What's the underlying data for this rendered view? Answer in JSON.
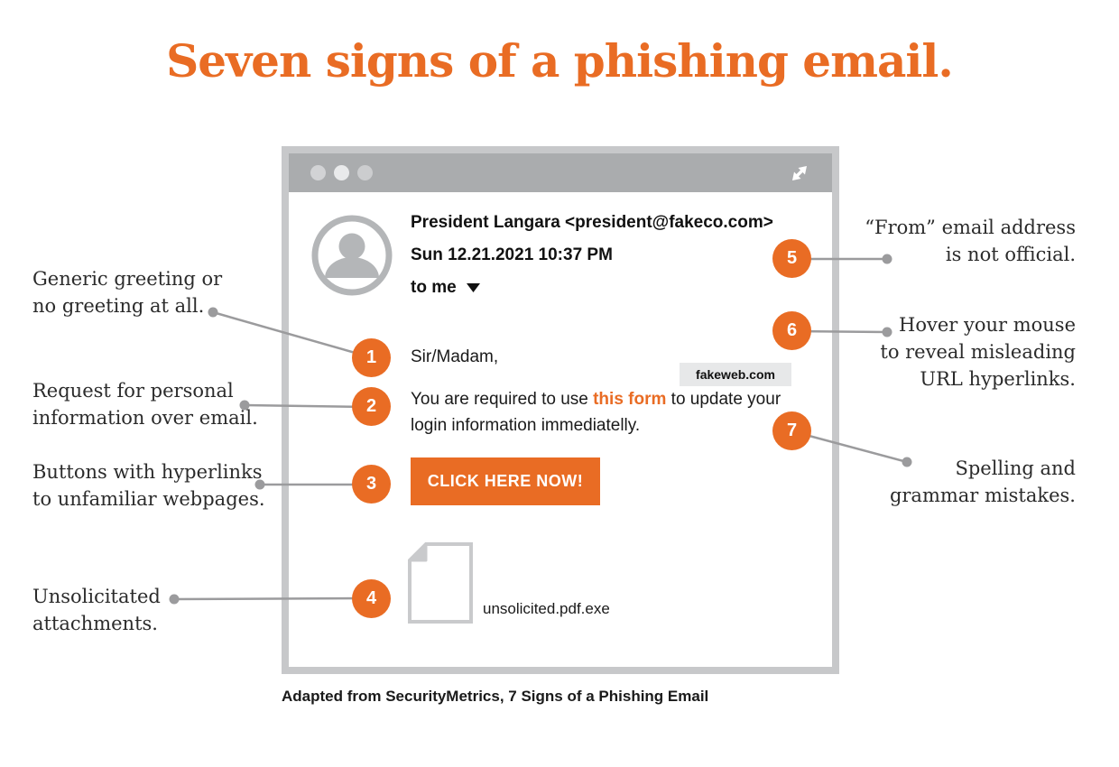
{
  "page": {
    "title": "Seven signs of a phishing email.",
    "caption": "Adapted from SecurityMetrics, 7 Signs of a Phishing Email",
    "accent_color": "#E96C24",
    "connector_color": "#9b9b9d",
    "window_chrome_color": "#aaacae"
  },
  "email_window": {
    "titlebar": {
      "control_dots_icon": "window-dots",
      "expand_icon": "expand-diagonal-arrow"
    },
    "header": {
      "avatar_icon": "person-silhouette",
      "sender": "President Langara <president@fakeco.com>",
      "date": "Sun 12.21.2021 10:37 PM",
      "recipient": "to me",
      "recipient_caret_icon": "caret-down"
    },
    "body": {
      "greeting": "Sir/Madam,",
      "text_before_link": "You are required to use ",
      "link_text": "this form",
      "text_after_link": " to update your login information immediatelly.",
      "link_tooltip": "fakeweb.com",
      "cta_button": "CLICK HERE NOW!",
      "attachment": {
        "icon": "file-document",
        "filename": "unsolicited.pdf.exe"
      }
    }
  },
  "callouts": [
    {
      "number": "1",
      "label": "Generic greeting or\nno greeting at all.",
      "side": "left"
    },
    {
      "number": "2",
      "label": "Request for personal\ninformation over email.",
      "side": "left"
    },
    {
      "number": "3",
      "label": "Buttons with hyperlinks\nto unfamiliar webpages.",
      "side": "left"
    },
    {
      "number": "4",
      "label": "Unsolicitated\nattachments.",
      "side": "left"
    },
    {
      "number": "5",
      "label": "“From” email address\nis not official.",
      "side": "right"
    },
    {
      "number": "6",
      "label": "Hover your mouse\nto reveal misleading\nURL hyperlinks.",
      "side": "right"
    },
    {
      "number": "7",
      "label": "Spelling and\ngrammar mistakes.",
      "side": "right"
    }
  ]
}
